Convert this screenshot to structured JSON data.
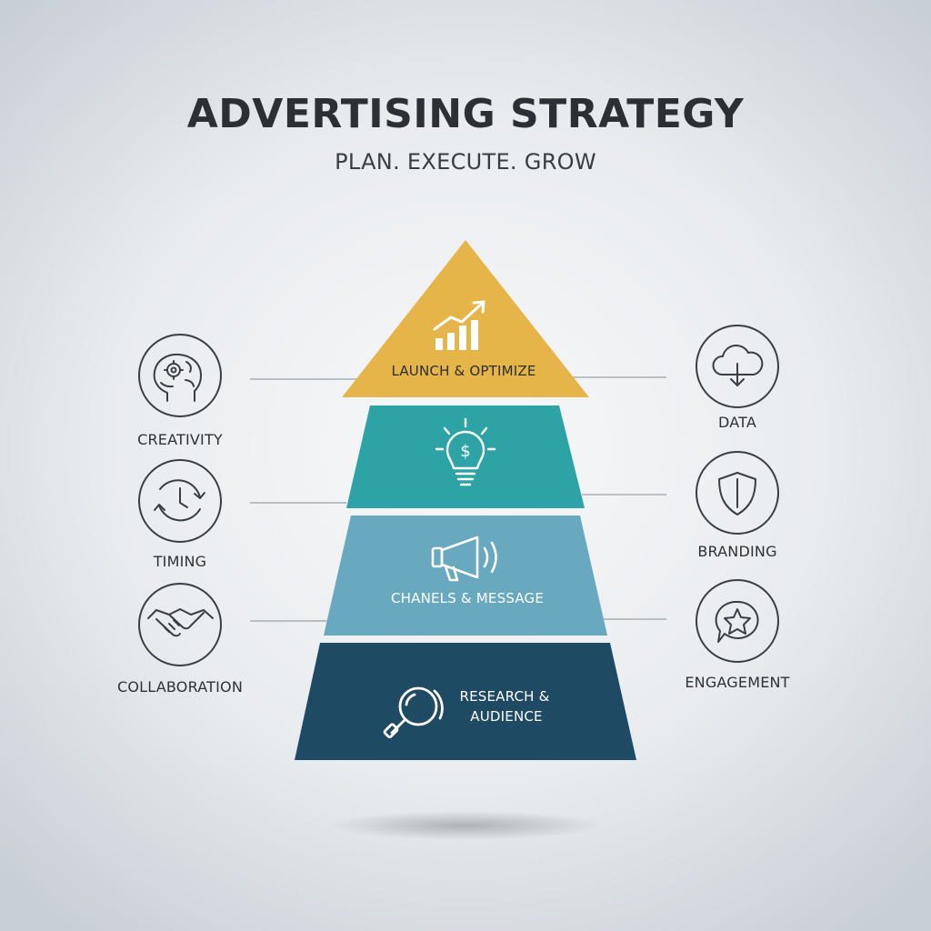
{
  "header": {
    "title": "ADVERTISING STRATEGY",
    "subtitle": "PLAN. EXECUTE. GROW"
  },
  "pyramid": {
    "tiers": [
      {
        "label": "LAUNCH & OPTIMIZE",
        "icon": "growth-chart-icon",
        "color": "#e6b54a",
        "text_color": "#2b2e33"
      },
      {
        "label": "",
        "icon": "lightbulb-dollar-icon",
        "color": "#2ea3a5",
        "text_color": "#ffffff"
      },
      {
        "label": "CHANELS & MESSAGE",
        "icon": "megaphone-icon",
        "color": "#68a9bf",
        "text_color": "#ffffff"
      },
      {
        "label_line1": "RESEARCH &",
        "label_line2": "AUDIENCE",
        "icon": "magnifier-icon",
        "color": "#1f4a64",
        "text_color": "#ffffff"
      }
    ]
  },
  "left_items": [
    {
      "label": "CREATIVITY",
      "icon": "brain-gear-icon"
    },
    {
      "label": "TIMING",
      "icon": "clock-cycle-icon"
    },
    {
      "label": "COLLABORATION",
      "icon": "handshake-icon"
    }
  ],
  "right_items": [
    {
      "label": "DATA",
      "icon": "cloud-download-icon"
    },
    {
      "label": "BRANDING",
      "icon": "shield-icon"
    },
    {
      "label": "ENGAGEMENT",
      "icon": "chat-star-icon"
    }
  ]
}
